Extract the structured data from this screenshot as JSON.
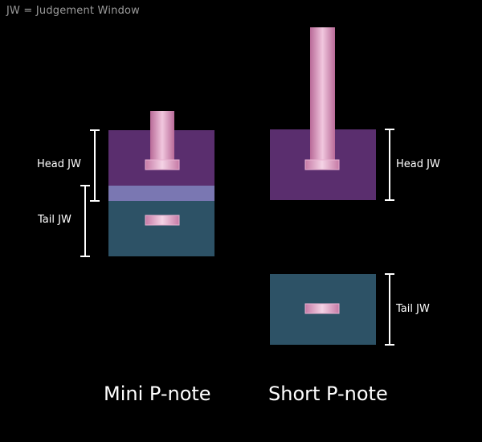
{
  "legend": "JW = Judgement Window",
  "mini": {
    "caption": "Mini P-note",
    "head_label": "Head JW",
    "tail_label": "Tail JW"
  },
  "short": {
    "caption": "Short P-note",
    "head_label": "Head JW",
    "tail_label": "Tail JW"
  },
  "colors": {
    "background": "#000000",
    "head_window": "#5a2e6e",
    "tail_window": "#2d5266",
    "overlap": "#7a77b2",
    "note_body": "#d48db6",
    "note_highlight": "#f1c7de",
    "bracket": "#ffffff"
  }
}
